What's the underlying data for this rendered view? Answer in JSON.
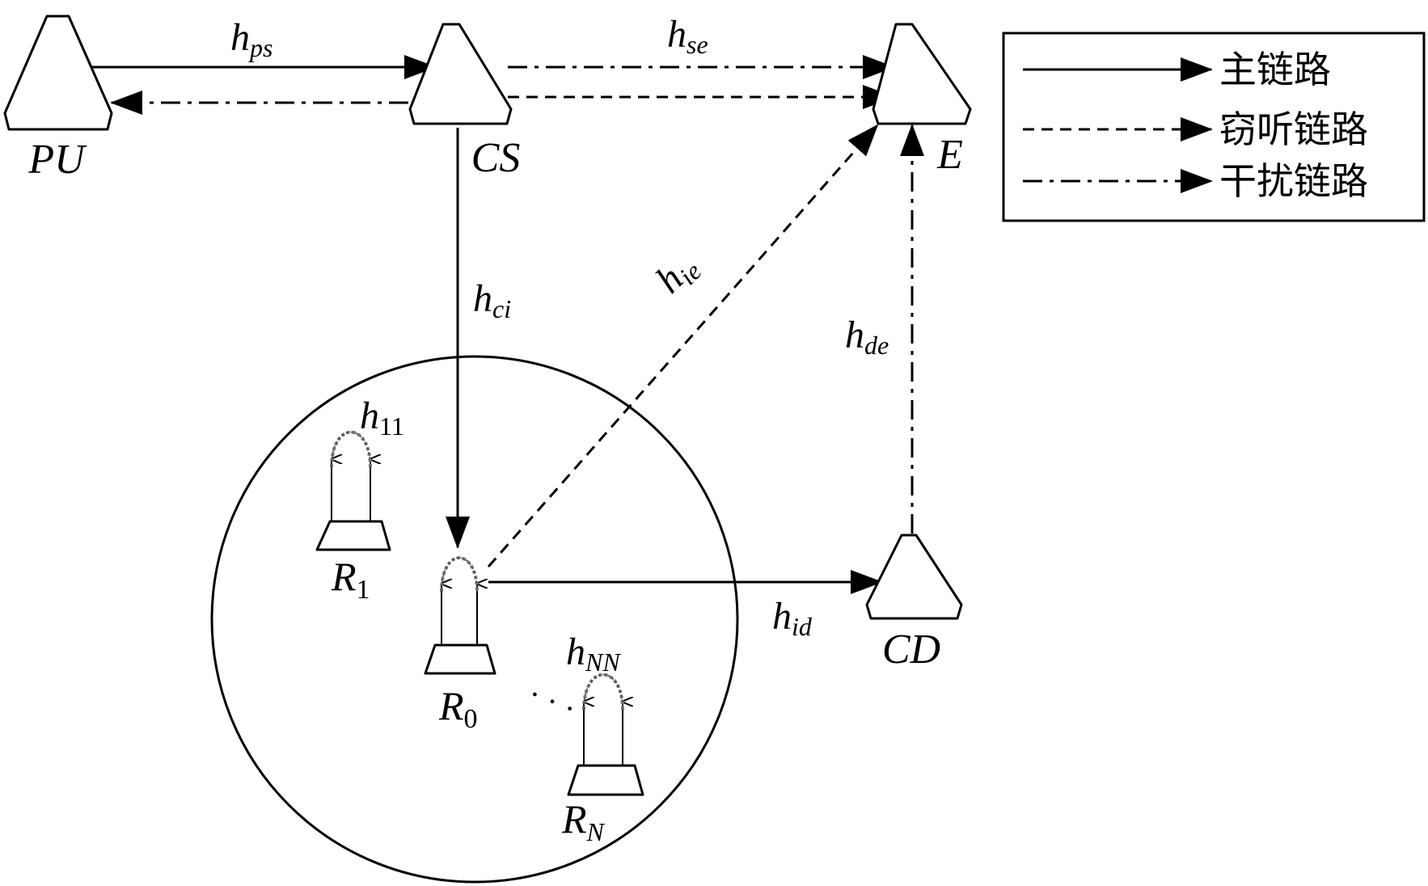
{
  "nodes": {
    "pu": {
      "label": "PU"
    },
    "cs": {
      "label": "CS"
    },
    "e": {
      "label": "E"
    },
    "cd": {
      "label": "CD"
    },
    "r0": {
      "label": "R",
      "sub": "0"
    },
    "r1": {
      "label": "R",
      "sub": "1"
    },
    "rn": {
      "label": "R",
      "sub": "N"
    }
  },
  "channels": {
    "hps": {
      "main": "h",
      "sub": "ps"
    },
    "hse": {
      "main": "h",
      "sub": "se"
    },
    "hci": {
      "main": "h",
      "sub": "ci"
    },
    "hie": {
      "main": "h",
      "sub": "ie"
    },
    "hde": {
      "main": "h",
      "sub": "de"
    },
    "hid": {
      "main": "h",
      "sub": "id"
    },
    "h11": {
      "main": "h",
      "sub": "11"
    },
    "hnn": {
      "main": "h",
      "sub": "NN"
    }
  },
  "ellipsis": "·  ·  ·",
  "legend": {
    "items": [
      {
        "style": "solid",
        "label": "主链路"
      },
      {
        "style": "dashed",
        "label": "窃听链路"
      },
      {
        "style": "dash-dot",
        "label": "干扰链路"
      }
    ]
  }
}
